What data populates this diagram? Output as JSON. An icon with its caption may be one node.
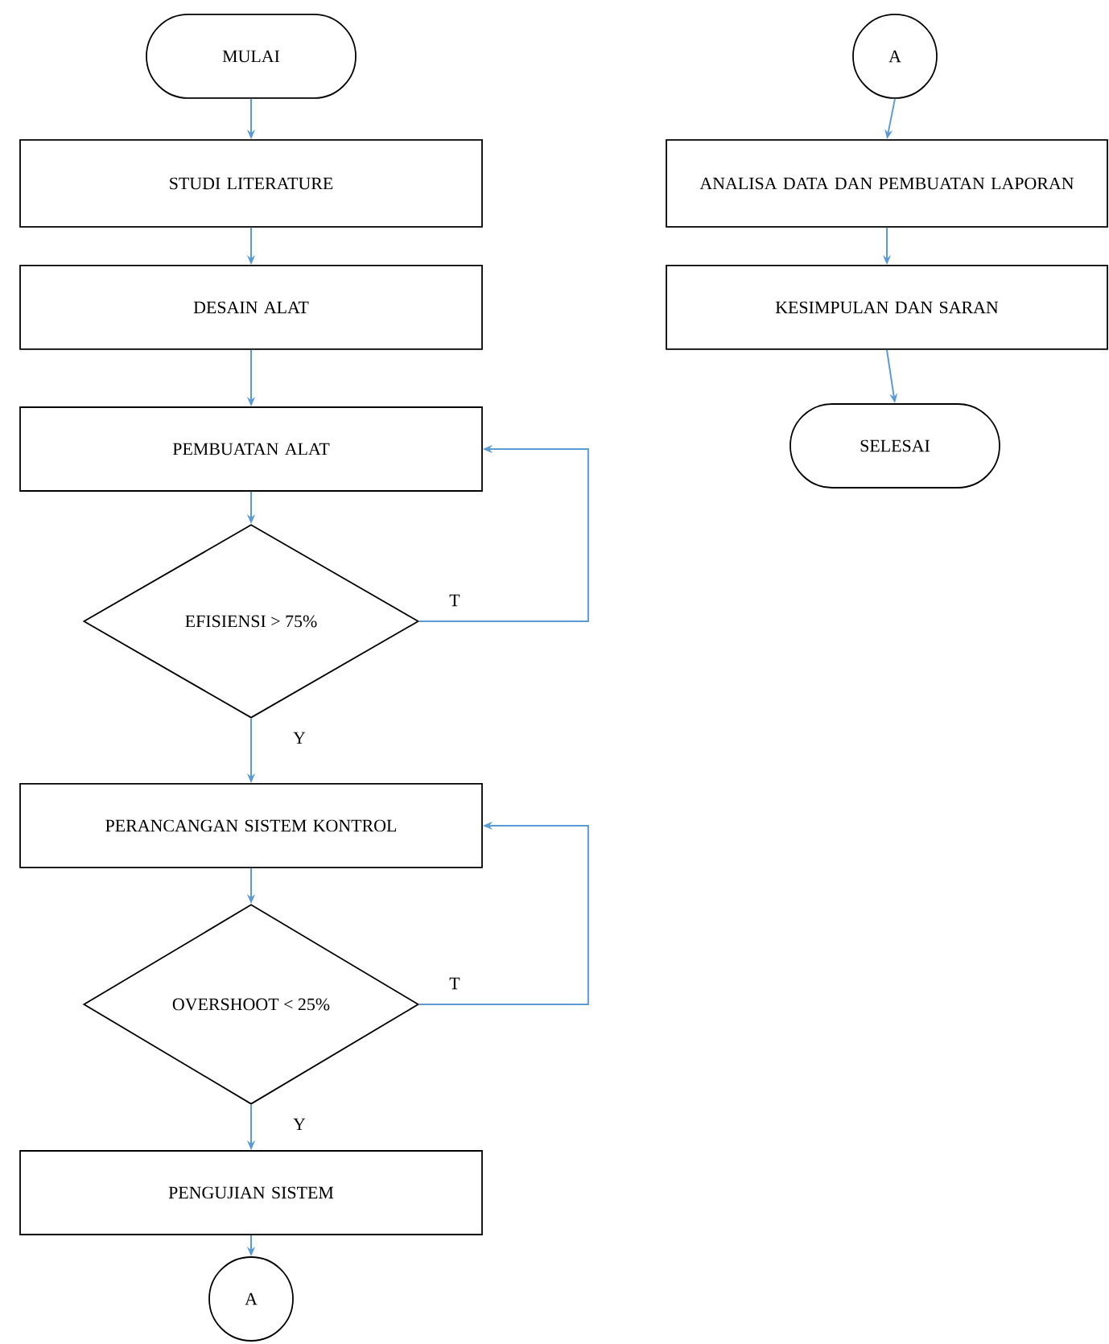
{
  "diagram": {
    "nodes": [
      {
        "text": [
          "MULAI"
        ]
      },
      {
        "text": [
          "STUDI LITERATURE"
        ]
      },
      {
        "text": [
          "DESAIN ALAT"
        ]
      },
      {
        "text": [
          "PEMBUATAN ALAT"
        ]
      },
      {
        "text": [
          "EFISIENSI > 75%"
        ]
      },
      {
        "text": [
          "PERANCANGAN SISTEM KONTROL"
        ]
      },
      {
        "text": [
          "OVERSHOOT < 25%"
        ]
      },
      {
        "text": [
          "PENGUJIAN SISTEM"
        ]
      },
      {
        "text": [
          "A"
        ]
      },
      {
        "text": [
          "A"
        ]
      },
      {
        "text": [
          "ANALISA DATA DAN PEMBUATAN LAPORAN"
        ]
      },
      {
        "text": [
          "KESIMPULAN DAN SARAN"
        ]
      },
      {
        "text": [
          "SELESAI"
        ]
      }
    ],
    "edges": [
      {
        "from": 0,
        "to": 1,
        "arrow": "to"
      },
      {
        "from": 1,
        "to": 2,
        "arrow": "to"
      },
      {
        "from": 2,
        "to": 3,
        "arrow": "to"
      },
      {
        "from": 3,
        "to": 4,
        "arrow": "to"
      },
      {
        "from": 4,
        "to": 5,
        "arrow": "to",
        "label": "Y"
      },
      {
        "from": 4,
        "to": 3,
        "arrow": "to",
        "label": "T"
      },
      {
        "from": 5,
        "to": 6,
        "arrow": "to"
      },
      {
        "from": 6,
        "to": 7,
        "arrow": "to",
        "label": "Y"
      },
      {
        "from": 6,
        "to": 5,
        "arrow": "to",
        "label": "T"
      },
      {
        "from": 7,
        "to": 8,
        "arrow": "to"
      },
      {
        "from": 9,
        "to": 10,
        "arrow": "to"
      },
      {
        "from": 10,
        "to": 11,
        "arrow": "to"
      },
      {
        "from": 11,
        "to": 12,
        "arrow": "to"
      }
    ]
  }
}
